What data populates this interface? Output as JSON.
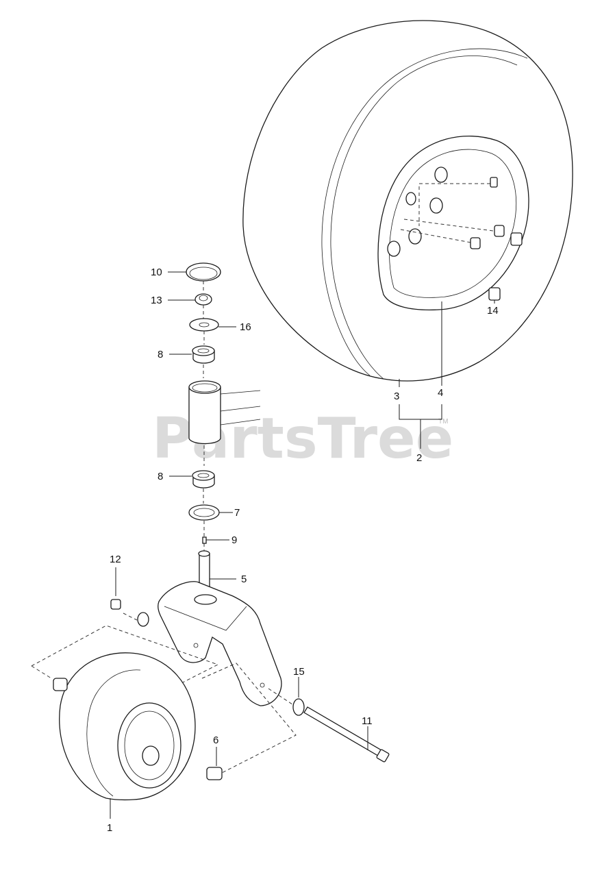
{
  "watermark": {
    "text": "PartsTree",
    "trademark": "TM"
  },
  "callouts": {
    "c1": "1",
    "c2": "2",
    "c3": "3",
    "c4": "4",
    "c5": "5",
    "c6": "6",
    "c7": "7",
    "c8a": "8",
    "c8b": "8",
    "c9": "9",
    "c10": "10",
    "c11": "11",
    "c12": "12",
    "c13": "13",
    "c14": "14",
    "c15": "15",
    "c16": "16"
  }
}
